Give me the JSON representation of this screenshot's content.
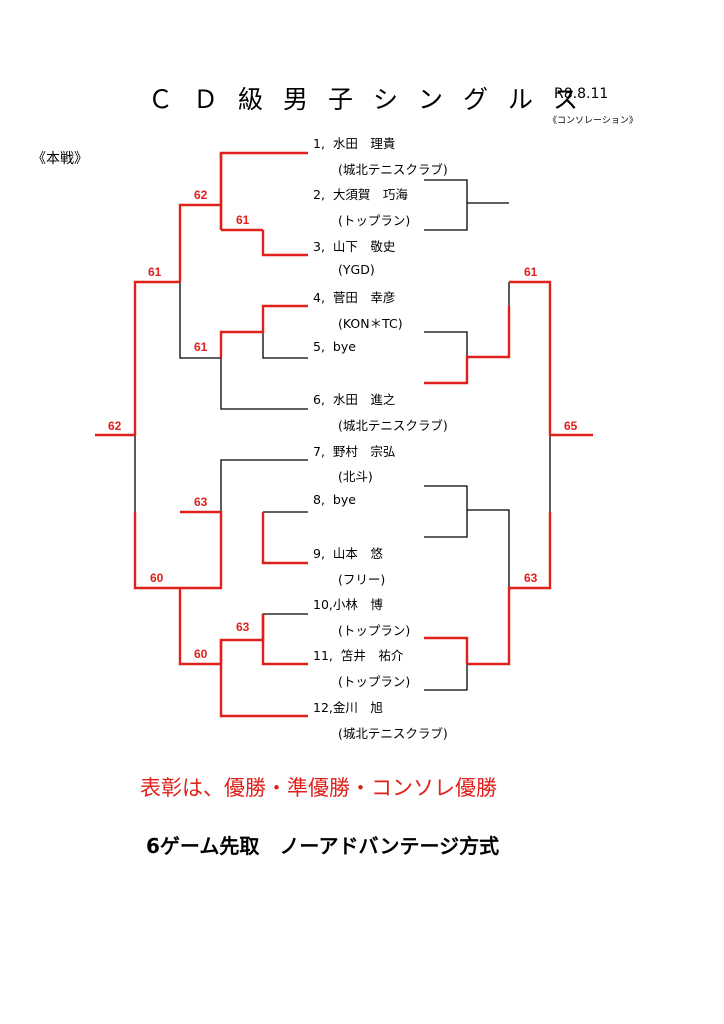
{
  "header": {
    "title": "ＣＤ級男子シングルス",
    "date": "R8.8.11",
    "consolation_note": "《コンソレーション》",
    "main_draw_label": "《本戦》"
  },
  "players": [
    {
      "seed": "1,",
      "name": "水田　理貴",
      "affiliation": "(城北テニスクラブ)"
    },
    {
      "seed": "2,",
      "name": "大須賀　巧海",
      "affiliation": "(トップラン)"
    },
    {
      "seed": "3,",
      "name": "山下　敬史",
      "affiliation": "(YGD)"
    },
    {
      "seed": "4,",
      "name": "菅田　幸彦",
      "affiliation": "(KON＊TC)"
    },
    {
      "seed": "5,",
      "name": "bye",
      "affiliation": ""
    },
    {
      "seed": "6,",
      "name": "水田　進之",
      "affiliation": "(城北テニスクラブ)"
    },
    {
      "seed": "7,",
      "name": "野村　宗弘",
      "affiliation": "(北斗)"
    },
    {
      "seed": "8,",
      "name": "bye",
      "affiliation": ""
    },
    {
      "seed": "9,",
      "name": "山本　悠",
      "affiliation": "(フリー)"
    },
    {
      "seed": "10,",
      "name": "小林　博",
      "affiliation": "(トップラン)"
    },
    {
      "seed": "11,",
      "name": "笘井　祐介",
      "affiliation": "(トップラン)"
    },
    {
      "seed": "12,",
      "name": "金川　旭",
      "affiliation": "(城北テニスクラブ)"
    }
  ],
  "main_scores": {
    "m2v3": "61",
    "m1v23": "62",
    "m4v6": "61",
    "top_semi": "61",
    "m10v11": "63",
    "m7v9": "63",
    "m1011v12": "60",
    "bottom_semi": "60",
    "final": "62"
  },
  "consolation_scores": {
    "top_semi": "61",
    "bottom_semi": "63",
    "final": "65"
  },
  "footer": {
    "award_note": "表彰は、優勝・準優勝・コンソレ優勝",
    "rule_note": "6ゲーム先取　ノーアドバンテージ方式"
  },
  "colors": {
    "winner_line": "#e0201b",
    "line": "#000000",
    "score": "#e0201b"
  }
}
